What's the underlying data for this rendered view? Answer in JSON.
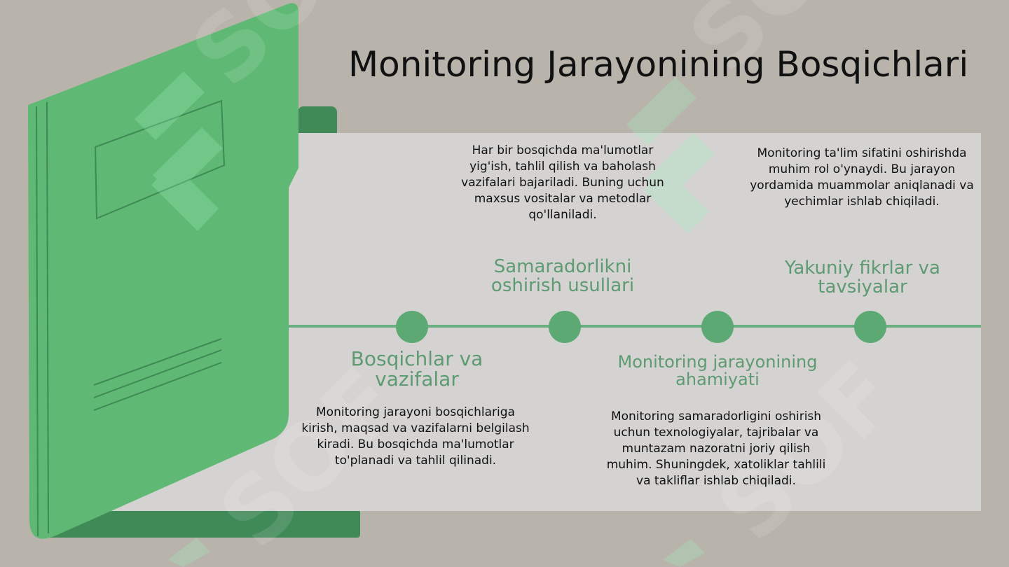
{
  "slide": {
    "title": "Monitoring Jarayonining Bosqichlari"
  },
  "stages": [
    {
      "title": "Bosqichlar va vazifalar",
      "description": "Monitoring jarayoni bosqichlariga kirish, maqsad va vazifalarni belgilash kiradi. Bu bosqichda ma'lumotlar to'planadi va tahlil qilinadi."
    },
    {
      "title": "Samaradorlikni oshirish usullari",
      "description": "Har bir bosqichda ma'lumotlar yig'ish, tahlil qilish va baholash vazifalari bajariladi. Buning uchun maxsus vositalar va metodlar qo'llaniladi."
    },
    {
      "title": "Monitoring jarayonining ahamiyati",
      "description": "Monitoring samaradorligini oshirish uchun texnologiyalar, tajribalar va muntazam nazoratni joriy qilish muhim. Shuningdek, xatoliklar tahlili va takliflar ishlab chiqiladi."
    },
    {
      "title": "Yakuniy fikrlar va tavsiyalar",
      "description": "Monitoring ta'lim sifatini oshirishda muhim rol o'ynaydi. Bu jarayon yordamida muammolar aniqlanadi va yechimlar ishlab chiqiladi."
    }
  ],
  "watermark": {
    "text": "SOF",
    "icon": "sof-logo-icon"
  },
  "colors": {
    "background": "#b8b3ab",
    "panel": "#d4d3d2",
    "folder_green": "#5fb874",
    "folder_dark": "#3f8a57",
    "accent": "#5da973",
    "stage_title": "#5e9a72"
  }
}
